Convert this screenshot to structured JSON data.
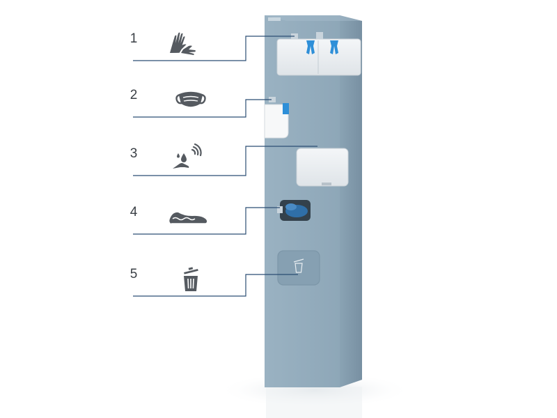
{
  "callouts": [
    {
      "number": "1",
      "icon": "gloves-icon",
      "item": "gloves-dispenser"
    },
    {
      "number": "2",
      "icon": "face-mask-icon",
      "item": "mask-dispenser"
    },
    {
      "number": "3",
      "icon": "touchless-sanitizer-icon",
      "item": "sanitizer-dispenser"
    },
    {
      "number": "4",
      "icon": "shoe-cover-icon",
      "item": "shoe-cover-dispenser"
    },
    {
      "number": "5",
      "icon": "trash-bin-icon",
      "item": "waste-bin"
    }
  ],
  "colors": {
    "column": "#8fa8b9",
    "column_front": "#93abbc",
    "column_side": "#7e98aa",
    "leader_line": "#2b4d73",
    "icon": "#555a60",
    "accent_blue": "#2e8fd8"
  }
}
